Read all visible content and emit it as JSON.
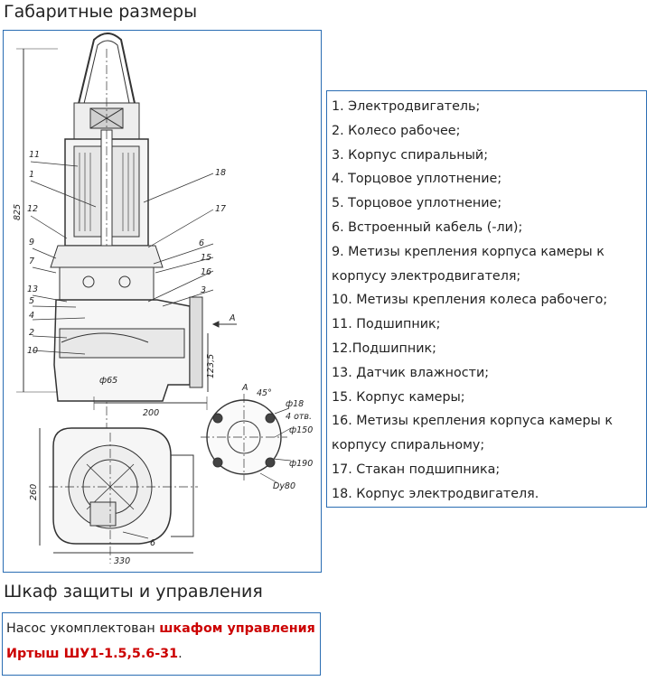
{
  "section_dimensions": {
    "title": "Габаритные размеры"
  },
  "drawing": {
    "part_callouts": [
      "11",
      "1",
      "12",
      "9",
      "7",
      "13",
      "5",
      "4",
      "2",
      "10",
      "18",
      "17",
      "6",
      "15",
      "16",
      "3",
      "6"
    ],
    "dimension_labels": [
      "825",
      "123,5",
      "ф65",
      "200",
      "A",
      "260",
      "330",
      "A",
      "45°",
      "ф18",
      "4 отв.",
      "ф150",
      "ф190",
      "Dy80"
    ]
  },
  "parts_list": [
    "1. Электродвигатель;",
    "2. Колесо рабочее;",
    "3. Корпус спиральный;",
    "4. Торцовое уплотнение;",
    "5. Торцовое уплотнение;",
    "6. Встроенный кабель (-ли);",
    "9. Метизы крепления корпуса камеры к\nкорпусу электродвигателя;",
    "10. Метизы крепления колеса рабочего;",
    "11. Подшипник;",
    "12.Подшипник;",
    "13. Датчик влажности;",
    "15. Корпус камеры;",
    "16. Метизы крепления корпуса камеры к\nкорпусу спиральному;",
    "17. Стакан подшипника;",
    "18. Корпус электродвигателя."
  ],
  "section_cabinet": {
    "title": "Шкаф защиты и управления"
  },
  "cabinet_note": {
    "prefix": "Насос укомплектован ",
    "link": "шкафом управления Иртыш ШУ1-1.5,5.6-31",
    "suffix": "."
  }
}
